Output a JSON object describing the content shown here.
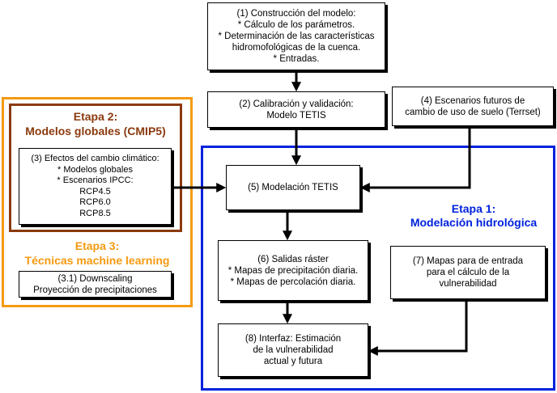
{
  "colors": {
    "stage1": "#0022dd",
    "stage2": "#8b3a0e",
    "stage3": "#f59a12",
    "arrow": "#000000"
  },
  "stage1": {
    "title_line1": "Etapa 1:",
    "title_line2": "Modelación hidrológica"
  },
  "stage2": {
    "title_line1": "Etapa 2:",
    "title_line2": "Modelos globales (CMIP5)"
  },
  "stage3": {
    "title_line1": "Etapa 3:",
    "title_line2": "Técnicas machine learning"
  },
  "boxes": {
    "b1": {
      "lines": [
        "(1) Construcción del modelo:",
        "* Cálculo de los parámetros.",
        "* Determinación de las características",
        "hidromofológicas de la cuenca.",
        "* Entradas."
      ]
    },
    "b2": {
      "lines": [
        "(2) Calibración y validación:",
        "Modelo TETIS"
      ]
    },
    "b3": {
      "lines": [
        "(3) Efectos del cambio climático:",
        "* Modelos globales",
        "* Escenarios IPCC:",
        "RCP4.5",
        "RCP6.0",
        "RCP8.5"
      ]
    },
    "b31": {
      "lines": [
        "(3.1) Downscaling",
        "Proyección de precipitaciones"
      ]
    },
    "b4": {
      "lines": [
        "(4) Escenarios futuros de",
        "cambio de uso de suelo (Terrset)"
      ]
    },
    "b5": {
      "lines": [
        "(5) Modelación TETIS"
      ]
    },
    "b6": {
      "lines": [
        "(6) Salidas ráster",
        "* Mapas de precipitación diaria.",
        "* Mapas de percolación diaria."
      ]
    },
    "b7": {
      "lines": [
        "(7) Mapas para de entrada",
        "para el cálculo de la",
        "vulnerabilidad"
      ]
    },
    "b8": {
      "lines": [
        "(8) Interfaz: Estimación",
        "de la vulnerabilidad",
        "actual y futura"
      ]
    }
  }
}
